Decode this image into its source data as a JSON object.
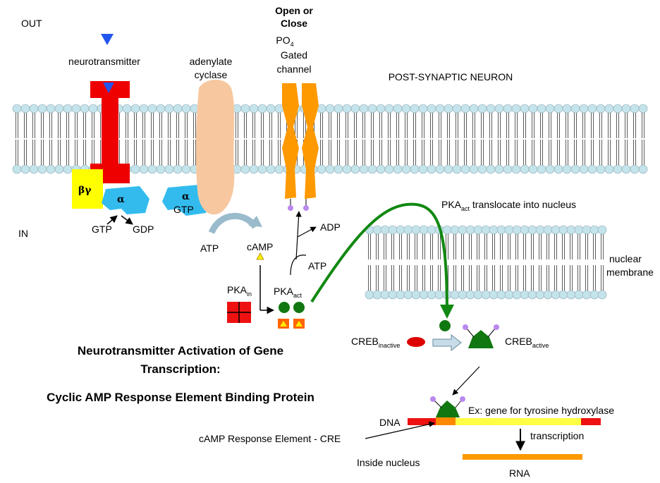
{
  "labels": {
    "out": "OUT",
    "in": "IN",
    "open_close_line1": "Open or",
    "open_close_line2": "Close",
    "po4_main": "PO",
    "po4_sub": "4",
    "gated": "Gated",
    "channel": "channel",
    "neurotransmitter": "neurotransmitter",
    "adenylate": "adenylate",
    "cyclase": "cyclase",
    "post_synaptic": "POST-SYNAPTIC NEURON",
    "beta_gamma": "βγ",
    "alpha": "α",
    "alpha2": "α",
    "gtp_on_alpha": "GTP",
    "gtp": "GTP",
    "gdp": "GDP",
    "atp_left": "ATP",
    "camp": "cAMP",
    "adp": "ADP",
    "atp_right": "ATP",
    "pka_in_main": "PKA",
    "pka_in_sub": "in",
    "pka_act_main": "PKA",
    "pka_act_sub": "act",
    "translocate_pre": "PKA",
    "translocate_sub": "act",
    "translocate_post": " translocate into nucleus",
    "nuclear": "nuclear",
    "membrane": "membrane",
    "creb_inactive_main": "CREB",
    "creb_inactive_sub": "inactive",
    "creb_active_main": "CREB",
    "creb_active_sub": "active",
    "dna": "DNA",
    "gene_example": "Ex: gene for tyrosine hydroxylase",
    "cre": "cAMP Response Element - CRE",
    "transcription": "transcription",
    "inside_nucleus": "Inside nucleus",
    "rna": "RNA"
  },
  "title": {
    "line1": "Neurotransmitter Activation of  Gene",
    "line2": "Transcription:",
    "line3": "Cyclic AMP Response Element Binding Protein"
  },
  "colors": {
    "receptor": "#ee0000",
    "g_beta_gamma": "#ffff00",
    "g_alpha": "#33bbee",
    "adenylate_cyclase": "#f7c8a0",
    "channel": "#ff9900",
    "pka_green": "#117711",
    "arrow_green": "#118811",
    "lipid_head": "#c5e3ea",
    "creb_inactive": "#dd0000",
    "dna_red": "#ee1111",
    "dna_yellow": "#ffff44",
    "rna": "#ff9900",
    "phosphate": "#bb88ee"
  }
}
